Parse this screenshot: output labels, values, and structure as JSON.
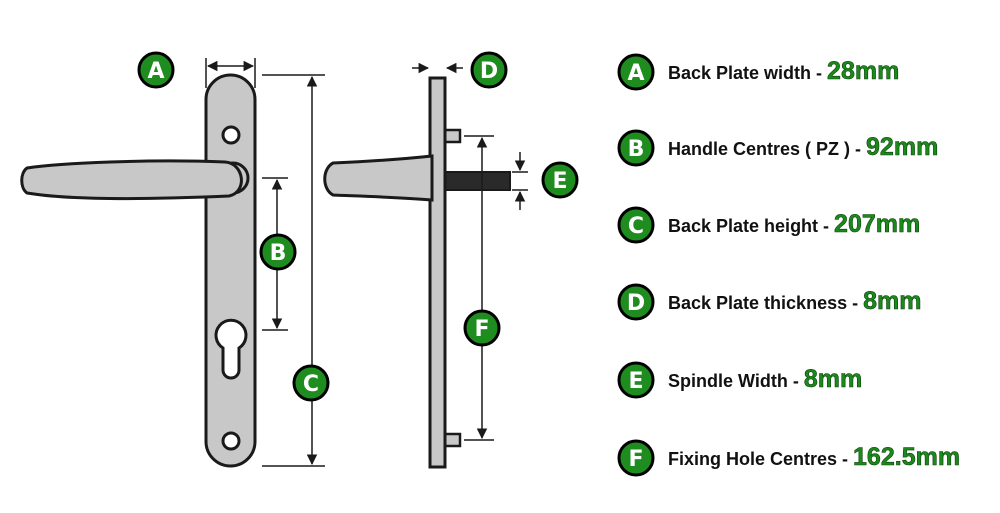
{
  "colors": {
    "badge_fill": "#1e8c1e",
    "badge_stroke": "#000000",
    "value_text": "#1a8a1a",
    "metal_fill": "#c8c8c8",
    "outline": "#1a1a1a"
  },
  "diagram_labels": {
    "a": "A",
    "b": "B",
    "c": "C",
    "d": "D",
    "e": "E",
    "f": "F"
  },
  "legend": [
    {
      "letter": "A",
      "label": "Back Plate width - ",
      "value": "28mm"
    },
    {
      "letter": "B",
      "label": "Handle Centres ( PZ ) - ",
      "value": "92mm"
    },
    {
      "letter": "C",
      "label": "Back Plate height - ",
      "value": "207mm"
    },
    {
      "letter": "D",
      "label": "Back Plate thickness - ",
      "value": "8mm"
    },
    {
      "letter": "E",
      "label": "Spindle Width - ",
      "value": "8mm"
    },
    {
      "letter": "F",
      "label": "Fixing Hole Centres - ",
      "value": "162.5mm"
    }
  ]
}
